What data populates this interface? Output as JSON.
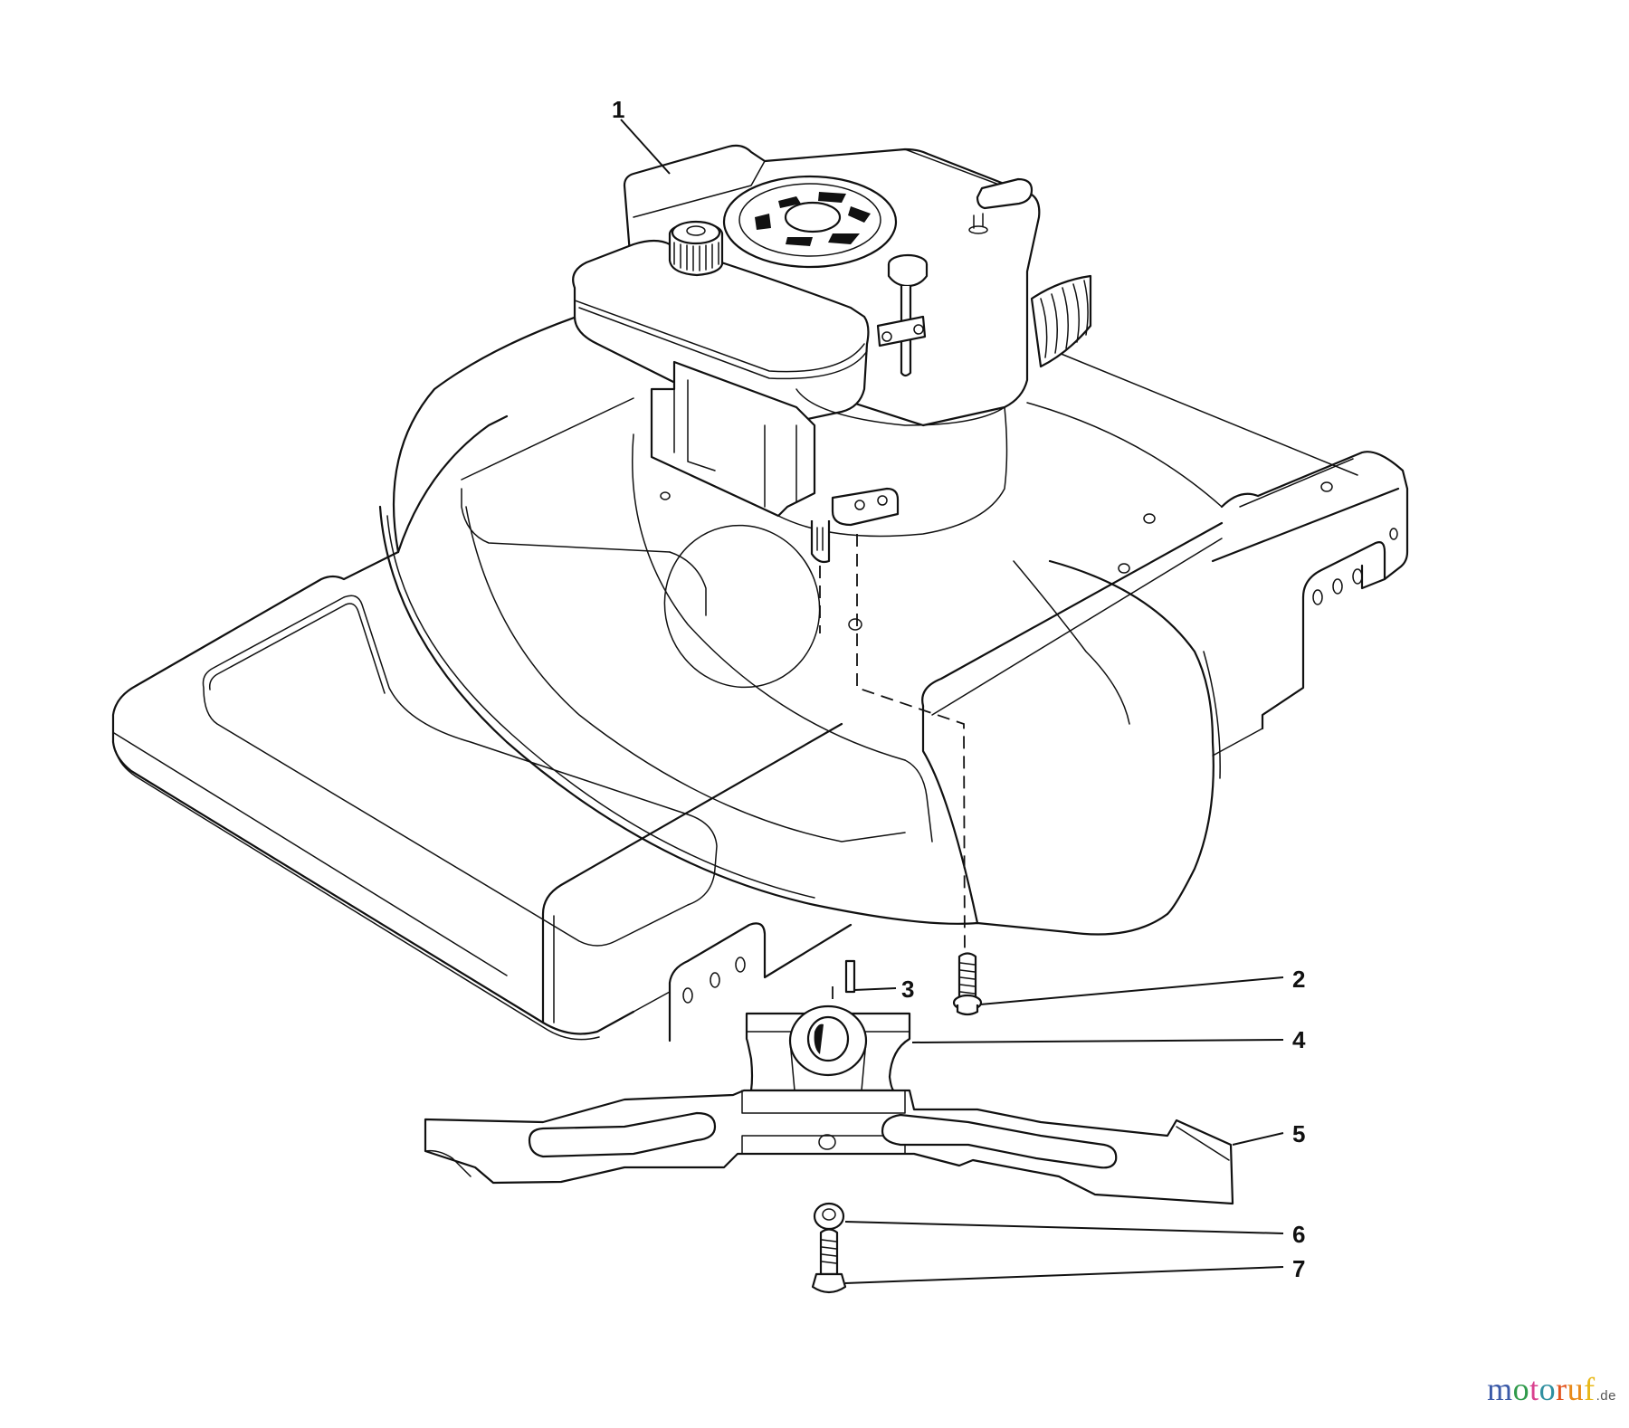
{
  "diagram": {
    "title": "Lawn mower engine, deck and blade assembly — exploded parts view",
    "style": "black line art on white",
    "callouts": [
      {
        "number": "1",
        "part": "engine"
      },
      {
        "number": "2",
        "part": "deck-bolt"
      },
      {
        "number": "3",
        "part": "key"
      },
      {
        "number": "4",
        "part": "blade-adapter"
      },
      {
        "number": "5",
        "part": "blade"
      },
      {
        "number": "6",
        "part": "washer"
      },
      {
        "number": "7",
        "part": "blade-bolt"
      }
    ]
  },
  "watermark": {
    "letters": [
      {
        "char": "m",
        "color": "#3b5aa8"
      },
      {
        "char": "o",
        "color": "#2f9a4b"
      },
      {
        "char": "t",
        "color": "#d9418f"
      },
      {
        "char": "o",
        "color": "#2f8fa0"
      },
      {
        "char": "r",
        "color": "#e2541e"
      },
      {
        "char": "u",
        "color": "#e88a1a"
      },
      {
        "char": "f",
        "color": "#e8b818"
      }
    ],
    "suffix": ".de"
  }
}
